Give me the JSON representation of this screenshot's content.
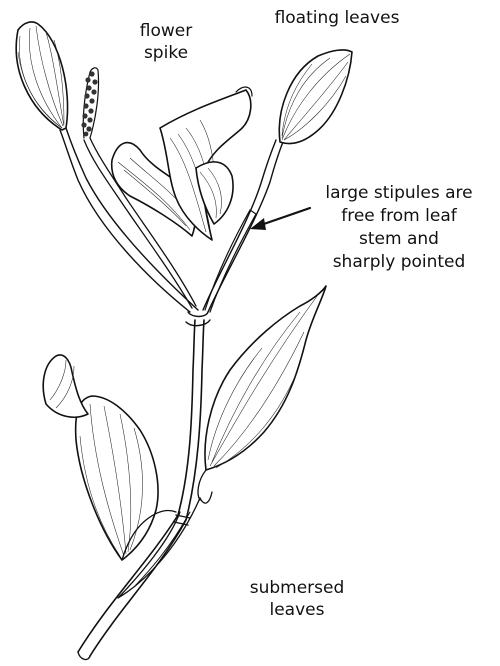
{
  "labels": {
    "flower_spike": [
      "flower",
      "spike"
    ],
    "floating_leaves": [
      "floating leaves"
    ],
    "stipules": [
      "large stipules are",
      "free from leaf",
      "stem and",
      "sharply pointed"
    ],
    "submersed_leaves": [
      "submersed",
      "leaves"
    ]
  },
  "colors": {
    "ink": "#111111",
    "paper": "#ffffff"
  }
}
